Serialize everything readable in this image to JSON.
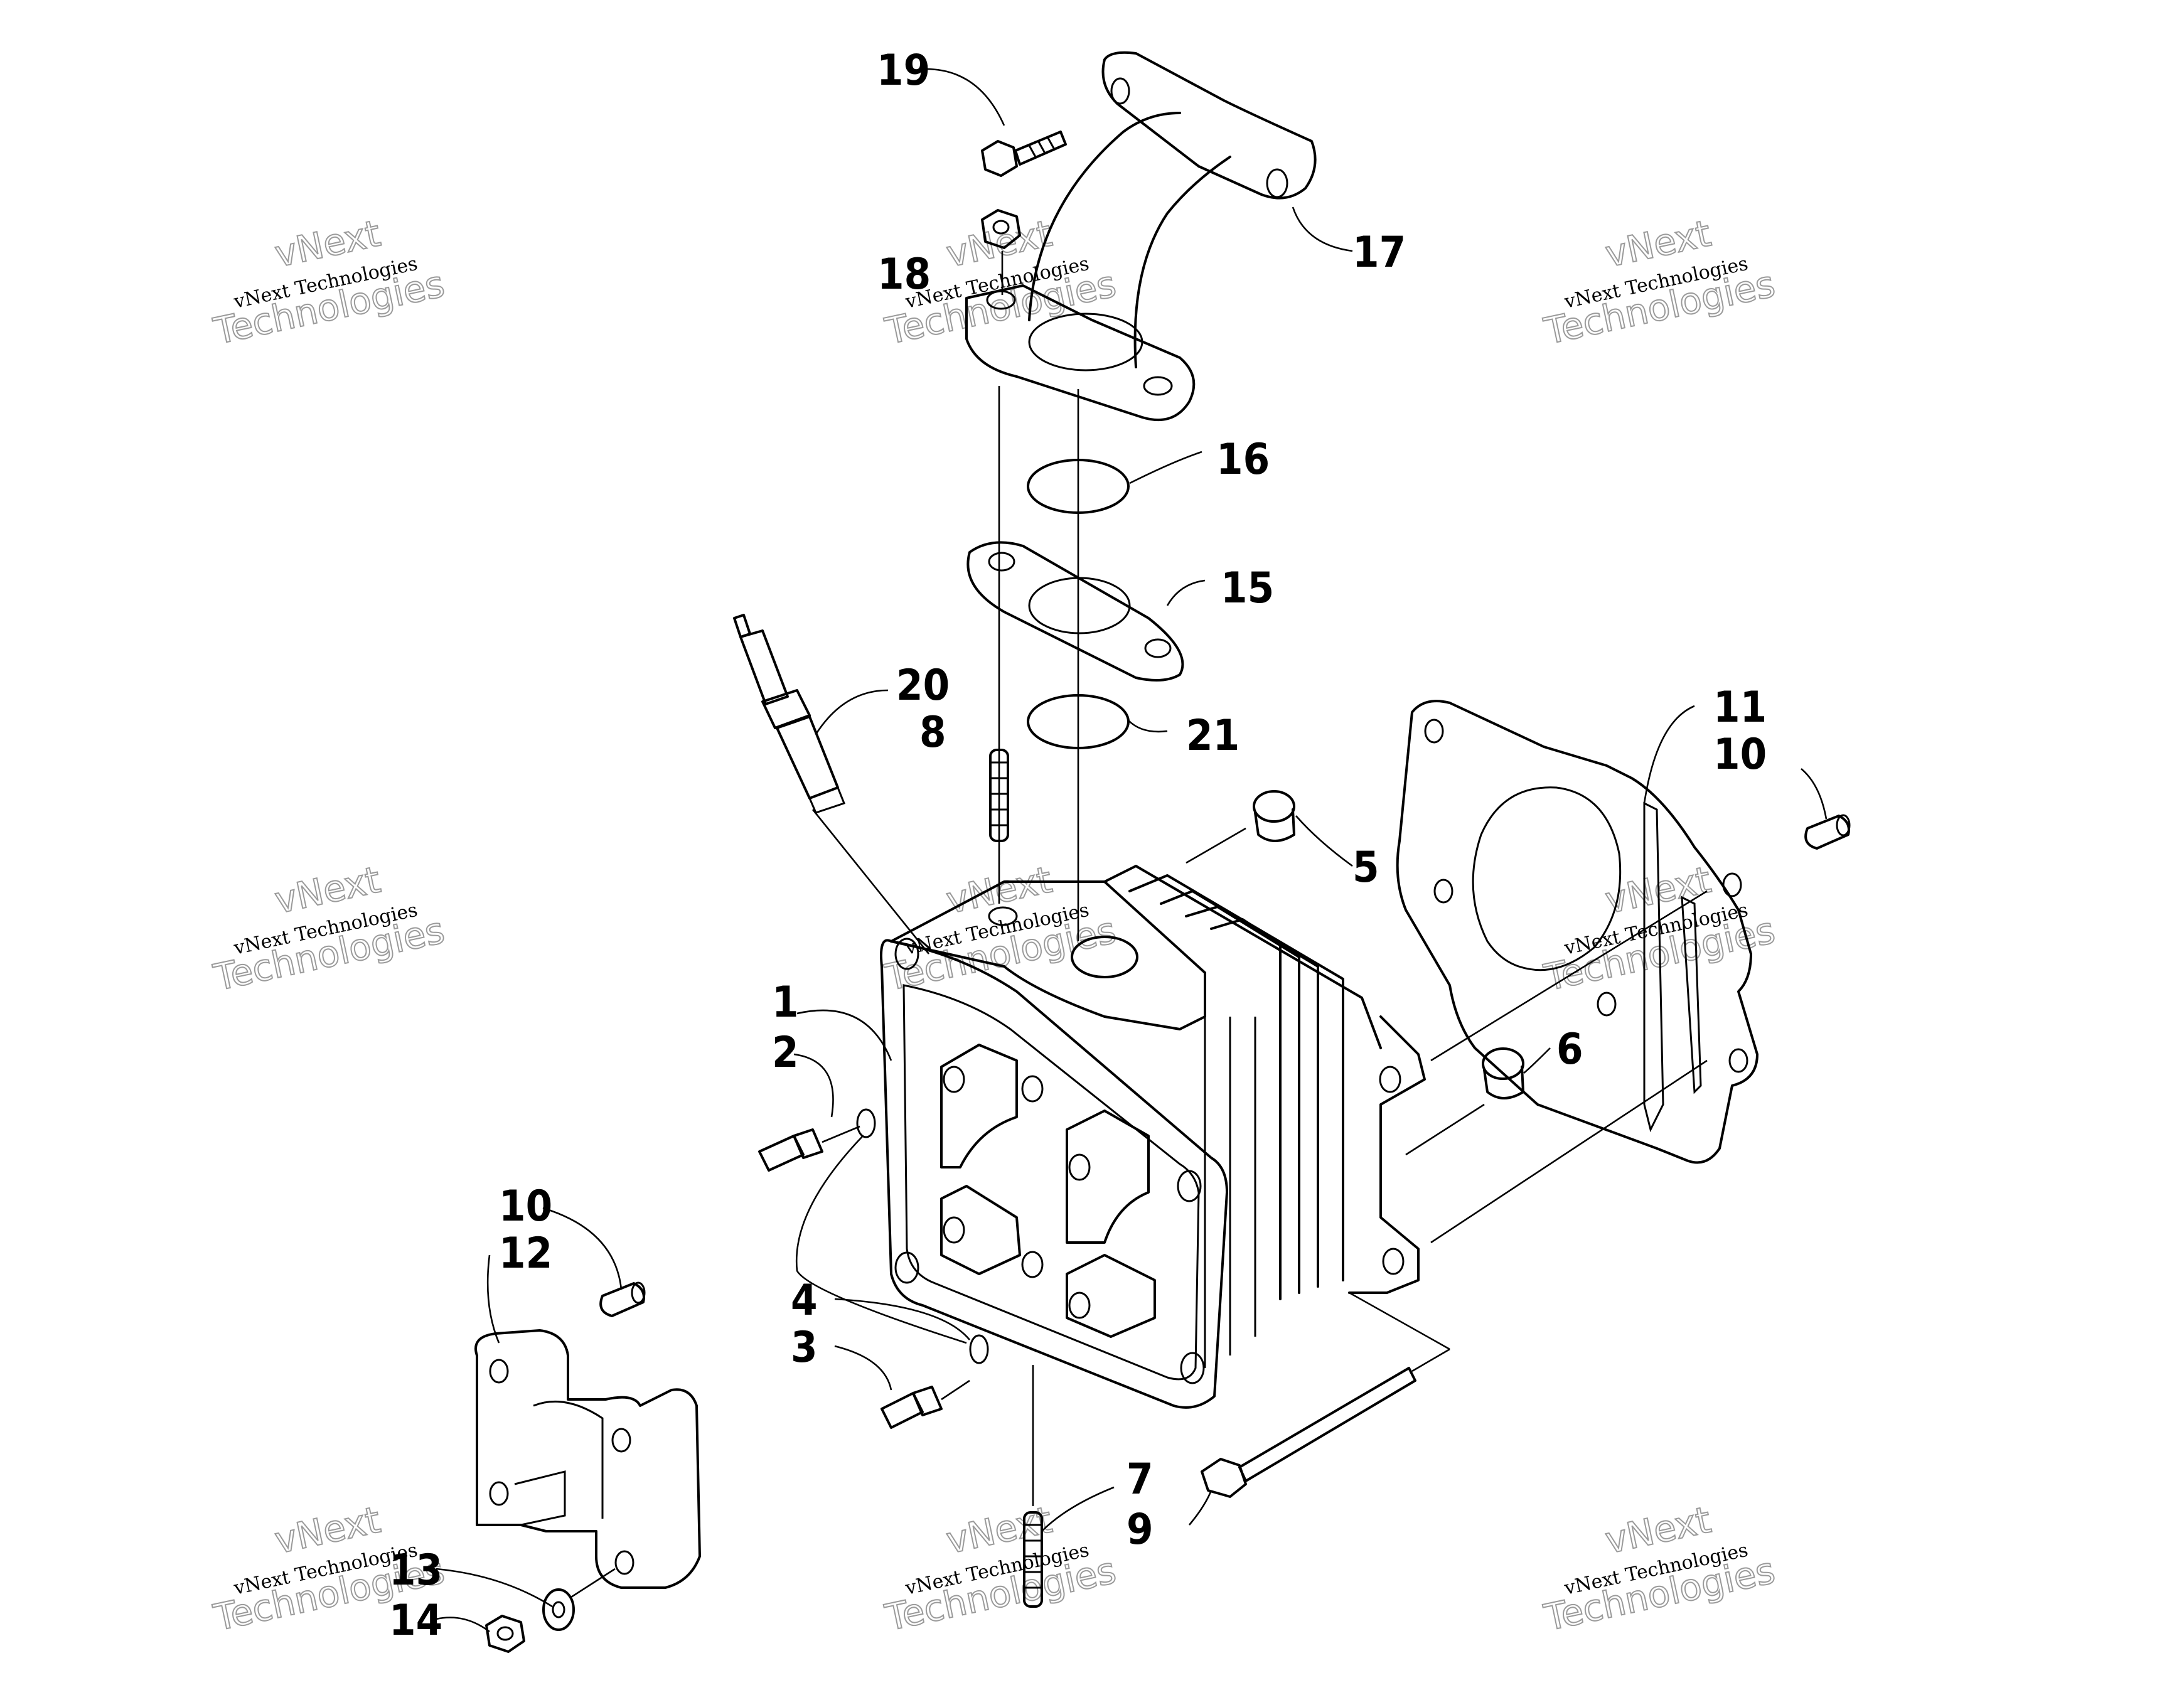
{
  "diagram": {
    "callouts": [
      {
        "id": "c1",
        "label": "1"
      },
      {
        "id": "c2",
        "label": "2"
      },
      {
        "id": "c3",
        "label": "3"
      },
      {
        "id": "c4",
        "label": "4"
      },
      {
        "id": "c5",
        "label": "5"
      },
      {
        "id": "c6",
        "label": "6"
      },
      {
        "id": "c7",
        "label": "7"
      },
      {
        "id": "c8",
        "label": "8"
      },
      {
        "id": "c9",
        "label": "9"
      },
      {
        "id": "c10a",
        "label": "10"
      },
      {
        "id": "c10b",
        "label": "10"
      },
      {
        "id": "c11",
        "label": "11"
      },
      {
        "id": "c12",
        "label": "12"
      },
      {
        "id": "c13",
        "label": "13"
      },
      {
        "id": "c14",
        "label": "14"
      },
      {
        "id": "c15",
        "label": "15"
      },
      {
        "id": "c16",
        "label": "16"
      },
      {
        "id": "c17",
        "label": "17"
      },
      {
        "id": "c18",
        "label": "18"
      },
      {
        "id": "c19",
        "label": "19"
      },
      {
        "id": "c20",
        "label": "20"
      },
      {
        "id": "c21",
        "label": "21"
      }
    ]
  },
  "watermark": {
    "line1": "vNext",
    "line2": "vNext Technologies",
    "line3": "Technologies"
  }
}
